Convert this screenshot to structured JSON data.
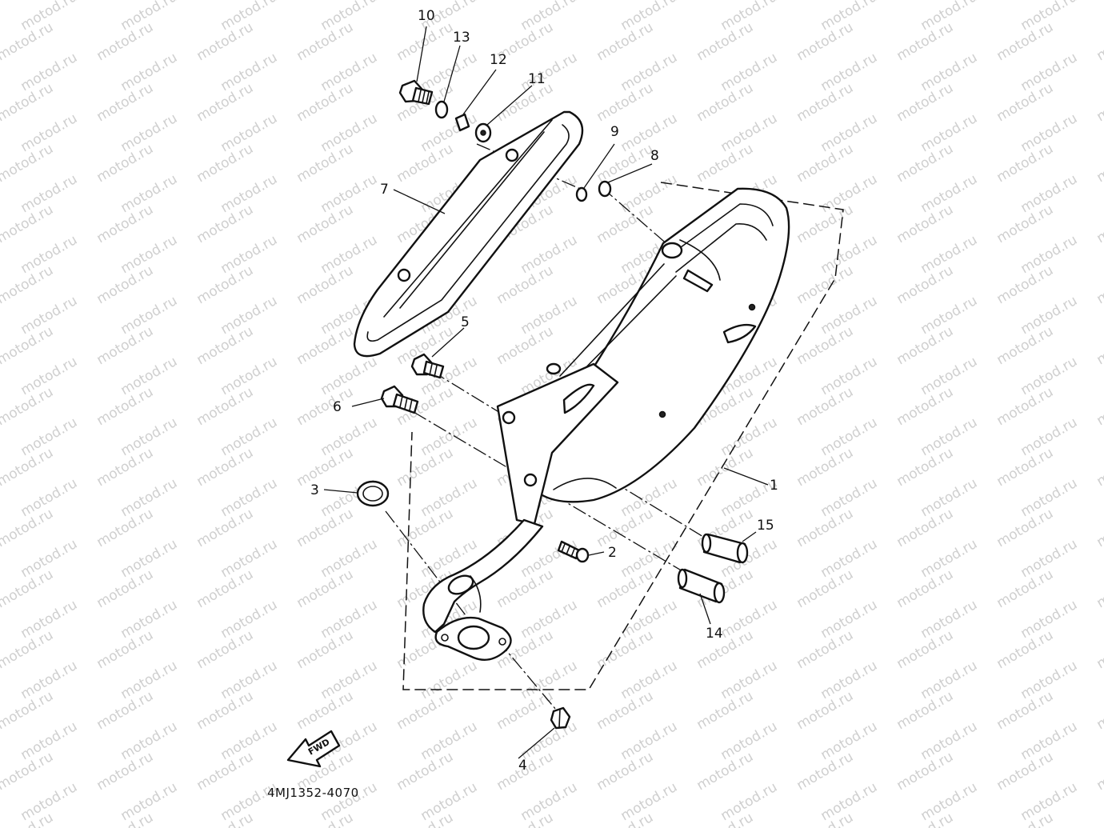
{
  "diagram": {
    "part_code": "4MJ1352-4070",
    "fwd_label": "FWD",
    "watermark_text": "motod.ru",
    "callouts": [
      "1",
      "2",
      "3",
      "4",
      "5",
      "6",
      "7",
      "8",
      "9",
      "10",
      "11",
      "12",
      "13",
      "14",
      "15"
    ]
  }
}
